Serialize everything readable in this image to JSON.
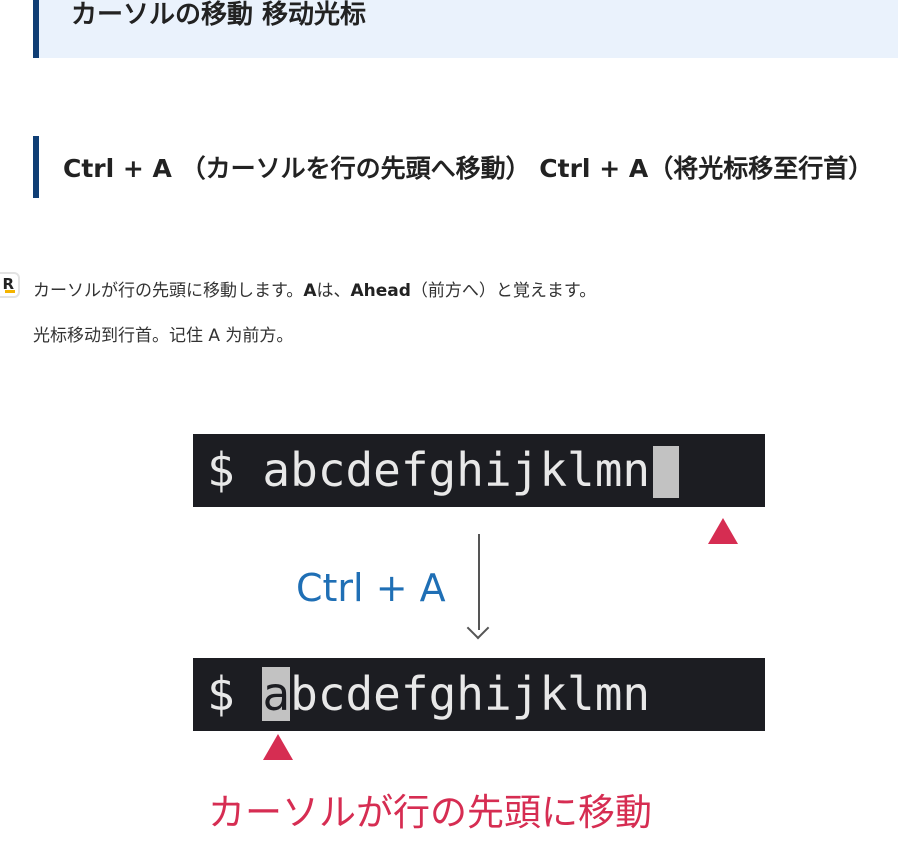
{
  "section": {
    "title": "カーソルの移動 移动光标"
  },
  "shortcut": {
    "heading": "Ctrl + A （カーソルを行の先頭へ移動） Ctrl + A（将光标移至行首）"
  },
  "icon": {
    "name": "book-icon",
    "letter": "R"
  },
  "description": {
    "ja_prefix": "カーソルが行の先頭に移動します。",
    "ja_key": "A",
    "ja_mid": "は、",
    "ja_word": "Ahead",
    "ja_suffix": "（前方へ）と覚えます。",
    "zh": "光标移动到行首。记住 A 为前方。"
  },
  "figure": {
    "before": {
      "prompt": "$ ",
      "text": "abcdefghijklmn"
    },
    "action": "Ctrl + A",
    "after": {
      "prompt": "$ ",
      "cursor_char": "a",
      "rest": "bcdefghijklmn"
    },
    "caption": "カーソルが行の先頭に移動",
    "colors": {
      "terminal_bg": "#1c1d22",
      "cursor": "#c2c2c2",
      "marker": "#d62d52",
      "action": "#1f6fb5"
    }
  }
}
